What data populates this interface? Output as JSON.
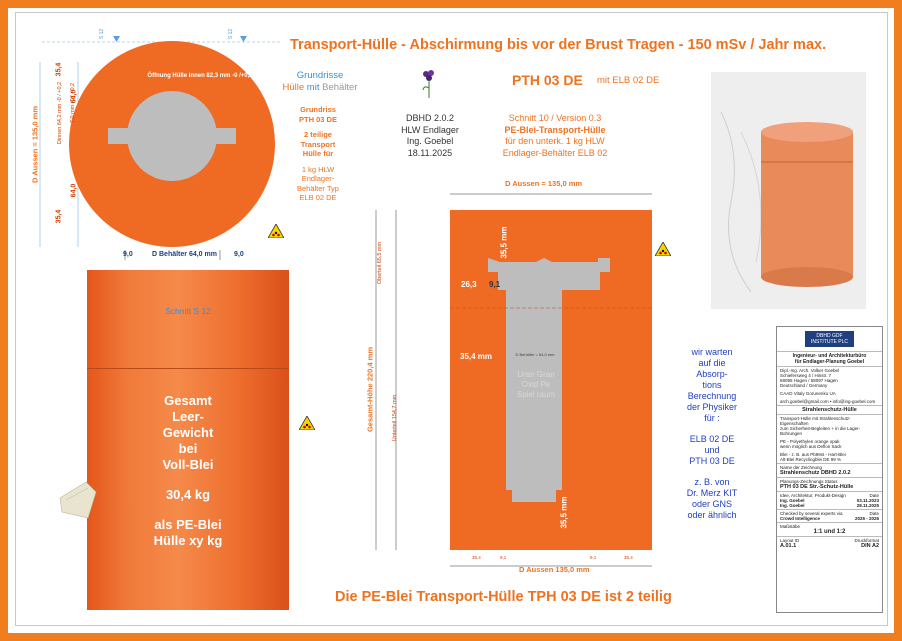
{
  "header": {
    "title": "Transport-Hülle - Abschirmung bis vor der Brust Tragen - 150 mSv / Jahr max.",
    "footer": "Die PE-Blei Transport-Hülle TPH 03 DE ist 2 teilig"
  },
  "legend": {
    "line1": "Grundrisse",
    "line2_a": "Hülle ",
    "line2_b": "mit",
    "line2_c": " Behälter"
  },
  "grundriss": {
    "opening_label": "Öffnung Hülle innen 82,3 mm -0 /+0,2",
    "d_aussen": "D Aussen = 135,0 mm",
    "d_innen": "Dinnen 64,2 mm -0 / +0,2",
    "groove": "7,0 mm -0 / +0,2",
    "dim_top": "35,4",
    "dim_64a": "64,0",
    "dim_64b": "64,0",
    "dim_bottom": "35,4",
    "bottom_left": "9,0",
    "bottom_mid": "D Behälter 64,0 mm",
    "bottom_right": "9,0",
    "section_left": "S 12",
    "section_right": "S 12"
  },
  "desc_left": {
    "l1": "Grundriss",
    "l2": "PTH 03 DE",
    "l3": "2 teilige",
    "l4": "Transport",
    "l5": "Hülle für",
    "l6": "1 kg HLW",
    "l7": "Endlager-",
    "l8": "Behälter Typ",
    "l9": "ELB 02 DE"
  },
  "info": {
    "l1": "DBHD 2.0.2",
    "l2": "HLW Endlager",
    "l3": "Ing. Goebel",
    "l4": "18.11.2025"
  },
  "product": {
    "name": "PTH 03 DE",
    "with": "mit ELB 02 DE",
    "s1": "Schnitt 10 / Version 0.3",
    "s2": "PE-Blei-Transport-Hülle",
    "s3": "für den unterk. 1 kg HLW",
    "s4": "Endlager-Behälter ELB 02"
  },
  "side": {
    "section": "Schnitt S 12",
    "w1": "Gesamt",
    "w2": "Leer-",
    "w3": "Gewicht",
    "w4": "bei",
    "w5": "Voll-Blei",
    "w6": "30,4 kg",
    "w7": "als PE-Blei",
    "w8": "Hülle xy kg"
  },
  "section": {
    "top_dim": "D Aussen = 135,0 mm",
    "bottom_dim": "D Aussen 135,0 mm",
    "height": "Gesamt-Höhe  220,4 mm",
    "oberteil": "Oberteil 65,5 mm",
    "unterteil": "Unterteil 154,7 mm",
    "t355a": "35,5 mm",
    "t355b": "35,5 mm",
    "wall": "35,4 mm",
    "d263": "26,3",
    "d91": "9,1",
    "d_beh": "D Behälter = 64,0 mm",
    "inner_text": "Uran Gran Oxid Pe Spiel raum",
    "b_left": "35,4",
    "b_mid_l": "9,1",
    "b_mid_r": "9,1",
    "b_right": "35,4"
  },
  "wait_note": {
    "l1": "wir warten",
    "l2": "auf die",
    "l3": "Absorp-",
    "l4": "tions",
    "l5": "Berechnung",
    "l6": "der Physiker",
    "l7": "für :",
    "l8": "ELB 02 DE",
    "l9": "und",
    "l10": "PTH 03 DE",
    "l11": "z. B. von",
    "l12": "Dr. Merz KIT",
    "l13": "oder GNS",
    "l14": "oder ähnlich"
  },
  "titleblock": {
    "logo": "DBHD GDF",
    "logo_sub": "INSTITUTE PLC",
    "office1": "Ingenieur- und Architekturbüro",
    "office2": "für Endlager-Planung Goebel",
    "addr1": "Dipl.-Ing. Arch. Volker Goebel",
    "addr2": "Schiefersweg 4 / Hinstr. 7",
    "addr3": "58095 Hagen / 58097 Hagen",
    "addr4": "Deutschland / Germany",
    "cad": "CAAD Vitaly Gorunenko UA",
    "mail": "arch.goebel@gmail.com • info@ing-goebel.com",
    "subject": "Strahlenschutz-Hülle",
    "desc1": "Transport-Hülle mit Strahlenschutz-Eigenschaften",
    "desc2": "zum Sicherheit-Begleiten + in die Lager-Bohrungen",
    "desc3": "PE - Polyethylen orange opak",
    "desc4": "wenn möglich aus Deflon Sack",
    "desc5": "Blei - z. B. aus Pb99st - Hart-Blei",
    "desc6": "Alt-Blei Recyclingblei DE 99 %",
    "drawing_label": "Name der Zeichnung",
    "drawing": "Strahlenschutz DBHD 2.0.2",
    "status_label": "Planungs-Zeichnungs Status",
    "status": "PTH 03 DE Str.-Schutz-Hülle",
    "idea": "Idee, Architektur, Produkt-Design",
    "date_h": "Date",
    "r1n": "Ing. Goebel",
    "r1d": "03.11.2023",
    "r2n": "Ing. Goebel",
    "r2d": "28.11.2025",
    "check": "Checked by several experts via",
    "check_d": "Date",
    "crowd": "Crowd Intelligence",
    "crowd_d": "2025 - 2026",
    "scale_label": "Maßstäbe",
    "scale": "1:1 und 1:2",
    "layout_label": "Layout ID",
    "layout": "A.01.1",
    "format_label": "Druckformat",
    "format": "DIN A2"
  },
  "colors": {
    "orange": "#ee7320",
    "orange_fill": "#ef6b24",
    "grey": "#b8b8b8",
    "border": "#f07d1e"
  }
}
